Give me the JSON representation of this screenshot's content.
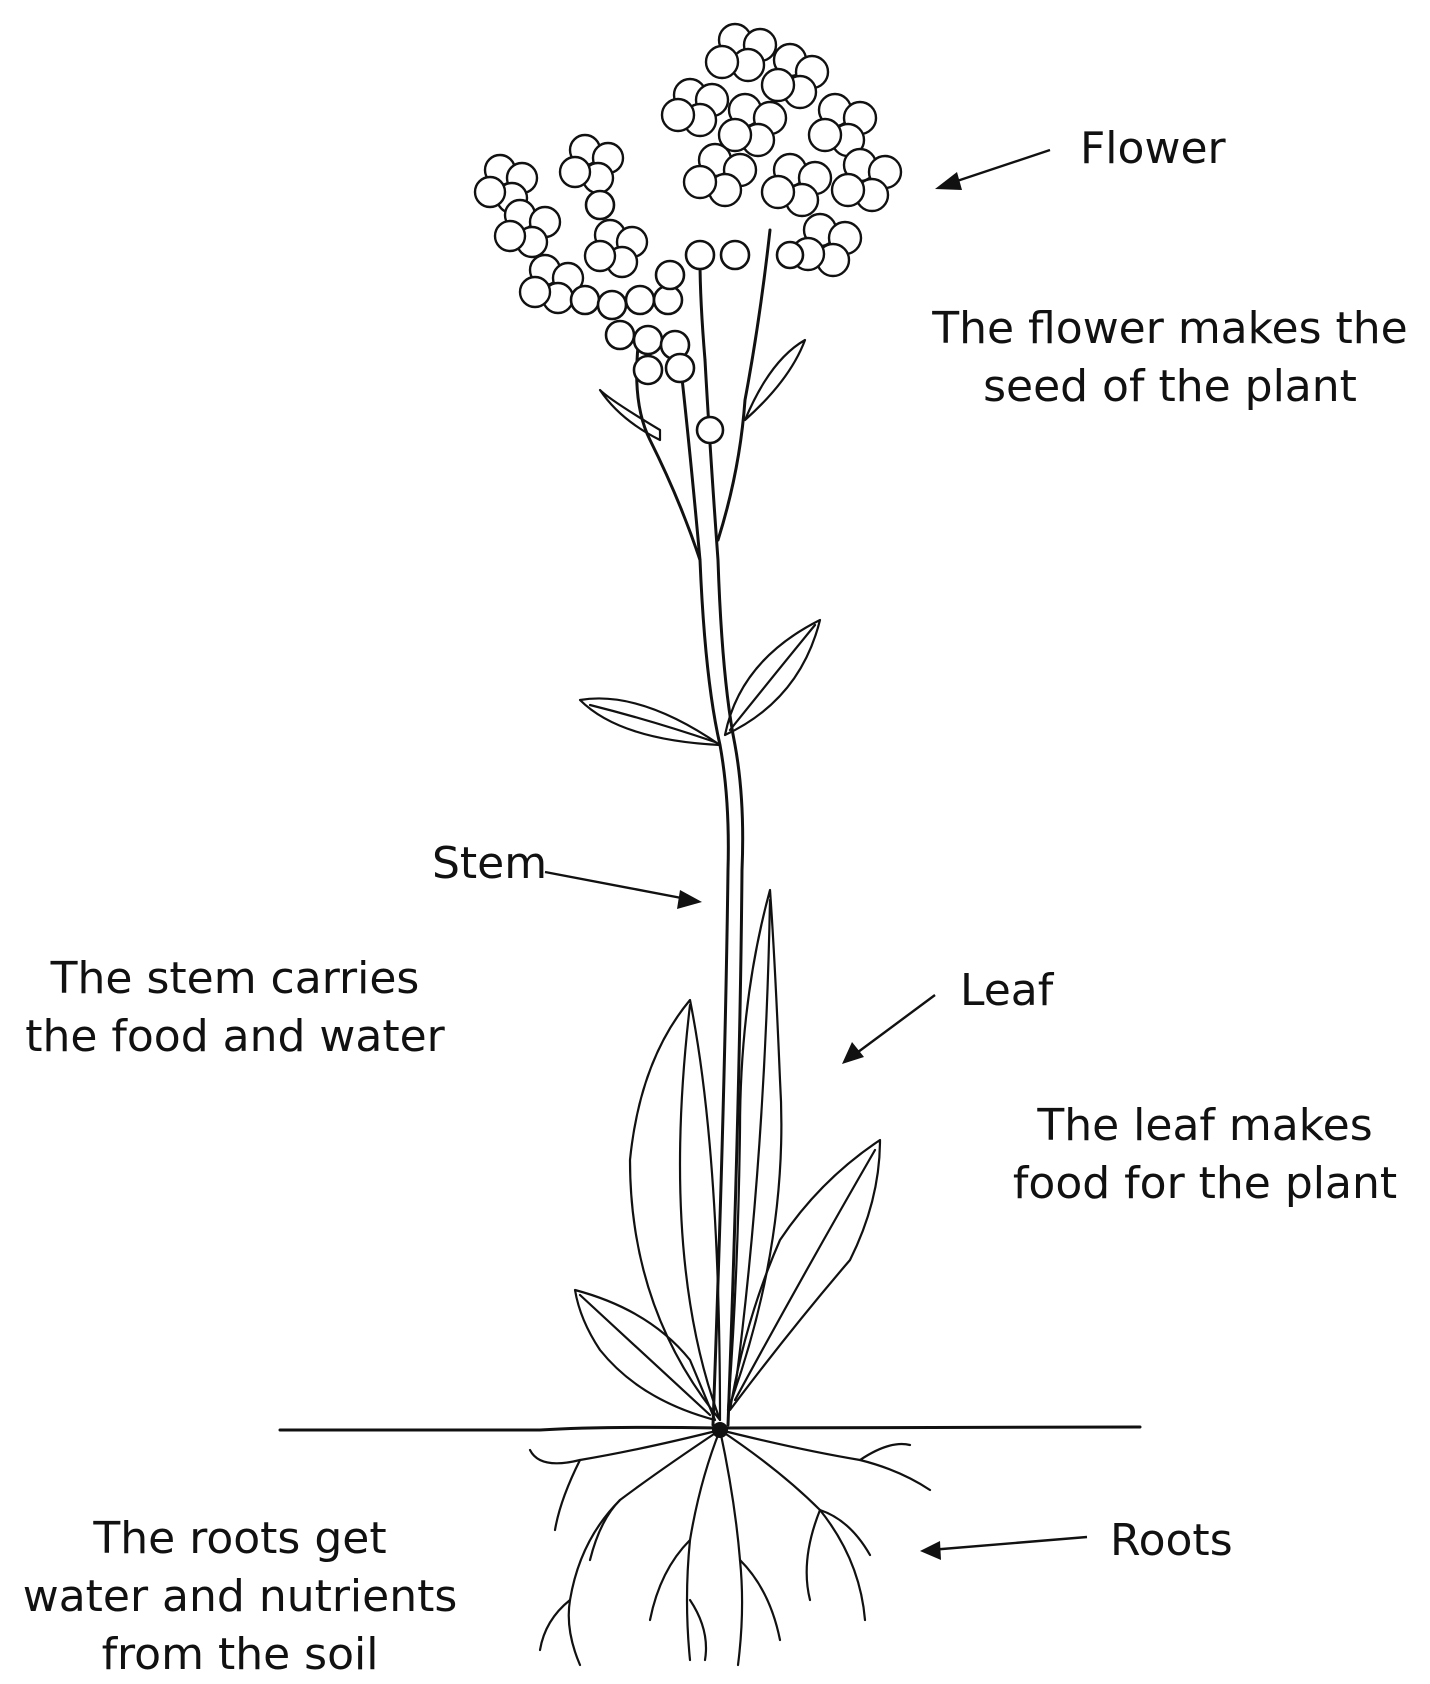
{
  "labels": {
    "flower": "Flower",
    "stem": "Stem",
    "leaf": "Leaf",
    "roots": "Roots"
  },
  "descriptions": {
    "flower_line1": "The flower makes the",
    "flower_line2": "seed of the plant",
    "stem_line1": "The stem carries",
    "stem_line2": "the food and water",
    "leaf_line1": "The leaf makes",
    "leaf_line2": "food for the plant",
    "roots_line1": "The roots get",
    "roots_line2": "water and nutrients",
    "roots_line3": "from the soil"
  }
}
